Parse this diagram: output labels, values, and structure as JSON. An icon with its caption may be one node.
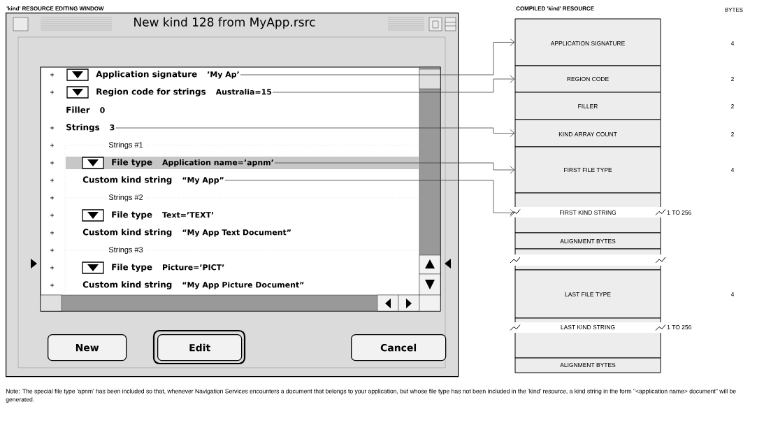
{
  "diagram": {
    "nodes": [
      {
        "text": [
          "New kind 128 from MyApp.rsrc"
        ]
      },
      {
        "text": [
          "Application signature",
          "’My Ap’"
        ],
        "in": 0
      },
      {
        "text": [
          "Region code for strings",
          "Australia=15"
        ],
        "in": 0
      },
      {
        "text": [
          "Filler",
          "0"
        ],
        "in": 0
      },
      {
        "text": [
          "Strings",
          "3"
        ],
        "in": 0
      },
      {
        "text": [
          "File type",
          "Application name=’apnm’"
        ],
        "in": 0
      },
      {
        "text": [
          "Custom kind string",
          "“My App”"
        ],
        "in": 0
      },
      {
        "text": [
          "File type",
          "Text=’TEXT’"
        ],
        "in": 0
      },
      {
        "text": [
          "Custom kind string",
          "“My App Text Document”"
        ],
        "in": 0
      },
      {
        "text": [
          "File type",
          "Picture=’PICT’"
        ],
        "in": 0
      },
      {
        "text": [
          "Custom kind string",
          "“My App Picture Document”"
        ],
        "in": 0
      },
      {
        "text": [
          "New"
        ],
        "in": 0
      },
      {
        "text": [
          "Edit"
        ],
        "in": 0
      },
      {
        "text": [
          "Cancel"
        ],
        "in": 0
      },
      {
        "text": [
          "APPLICATION SIGNATURE"
        ]
      },
      {
        "text": [
          "REGION CODE"
        ]
      },
      {
        "text": [
          "FILLER"
        ]
      },
      {
        "text": [
          "KIND ARRAY COUNT"
        ]
      },
      {
        "text": [
          "FIRST FILE TYPE"
        ]
      },
      {
        "text": [
          "FIRST KIND STRING"
        ]
      },
      {
        "text": [
          "ALIGNMENT BYTES"
        ]
      },
      {
        "text": [],
        "shape": "box"
      },
      {
        "text": [
          "LAST FILE TYPE"
        ]
      },
      {
        "text": [
          "LAST KIND STRING"
        ]
      },
      {
        "text": [
          "ALIGNMENT BYTES"
        ]
      }
    ],
    "edges": [
      {
        "from": 1,
        "to": 14,
        "arrow": "to"
      },
      {
        "from": 2,
        "to": 15,
        "arrow": "to"
      },
      {
        "from": 4,
        "to": 17,
        "arrow": "to"
      },
      {
        "from": 5,
        "to": 18,
        "arrow": "to"
      },
      {
        "from": 6,
        "to": 19,
        "arrow": "to"
      }
    ],
    "labels": [
      "'kind' RESOURCE EDITING WINDOW",
      "COMPILED 'kind' RESOURCE",
      "BYTES",
      "4",
      "2",
      "2",
      "2",
      "4",
      "1 TO 256",
      "4",
      "1 TO 256",
      "Strings #1",
      "Strings #2",
      "Strings #3",
      "Note:  The special file type 'apnm' has been included so that, whenever Navigation Services encounters a document that belongs to your application, but whose file type has not been included in the 'kind' resource, a kind string in the form \"<application name> document\" will be generated."
    ]
  }
}
